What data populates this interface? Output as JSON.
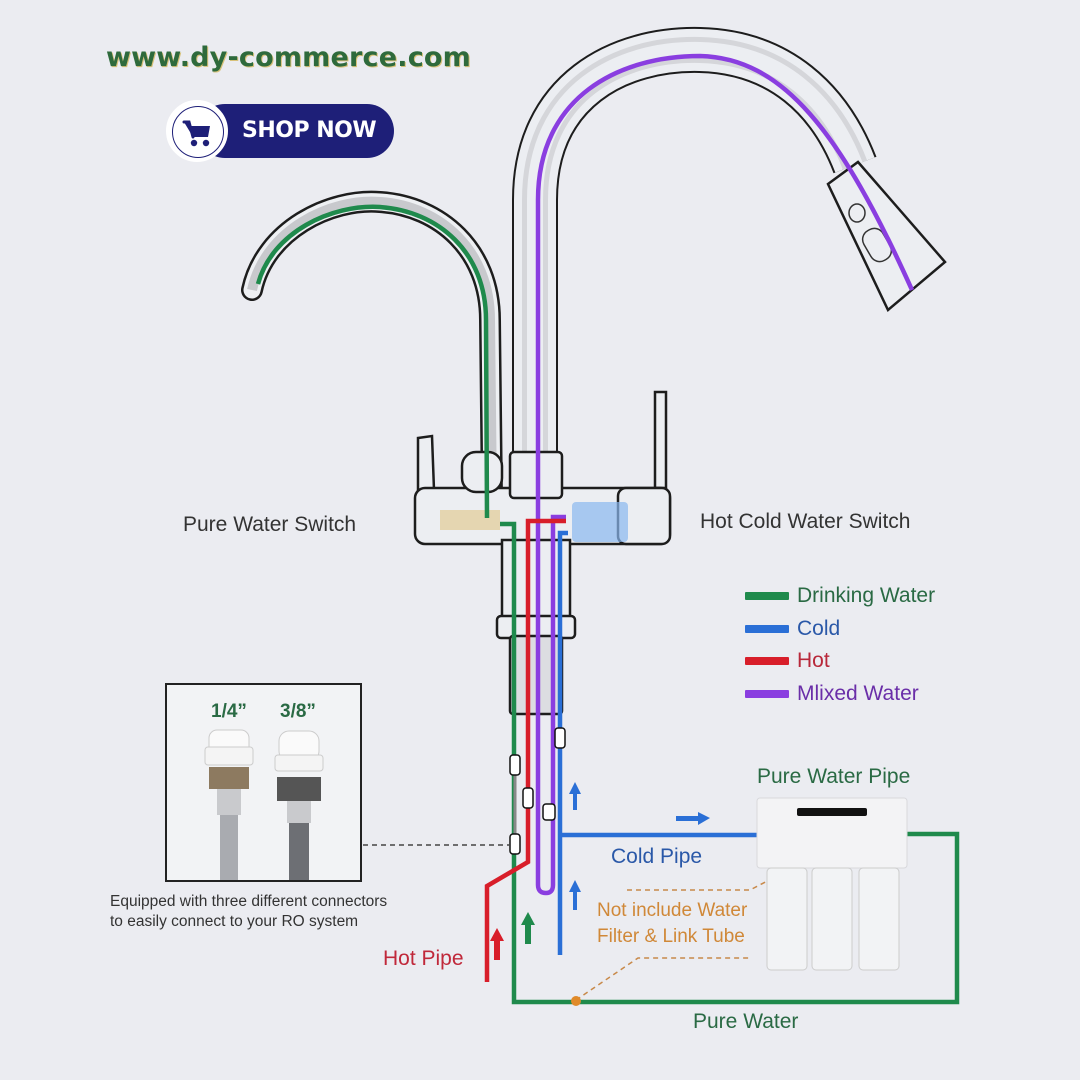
{
  "header": {
    "site_url": "www.dy-commerce.com",
    "shop_button_label": "SHOP NOW",
    "shop_icon": "shopping-cart-icon"
  },
  "diagram": {
    "title_labels": {
      "pure_water_switch": "Pure Water Switch",
      "hot_cold_water_switch": "Hot Cold Water Switch"
    },
    "legend": [
      {
        "label": "Drinking Water",
        "color": "#1f8a4c"
      },
      {
        "label": "Cold",
        "color": "#2a6fd6"
      },
      {
        "label": "Hot",
        "color": "#d81e2a"
      },
      {
        "label": "Mlixed Water",
        "color": "#8a3ee0"
      }
    ],
    "connector_inset": {
      "size_1": "1/4”",
      "size_2": "3/8”",
      "caption_line_1": "Equipped with three different connectors",
      "caption_line_2": "to easily connect to your RO system"
    },
    "pipe_labels": {
      "hot_pipe": "Hot Pipe",
      "cold_pipe": "Cold Pipe",
      "pure_water": "Pure Water",
      "pure_water_pipe": "Pure Water Pipe"
    },
    "note": {
      "line_1": "Not include Water",
      "line_2": "Filter & Link Tube"
    }
  },
  "colors": {
    "drinking": "#1f8a4c",
    "cold": "#2a6fd6",
    "hot": "#d81e2a",
    "mixed": "#8a3ee0",
    "brand_navy": "#1e1f78",
    "note_orange": "#e08a2a"
  }
}
